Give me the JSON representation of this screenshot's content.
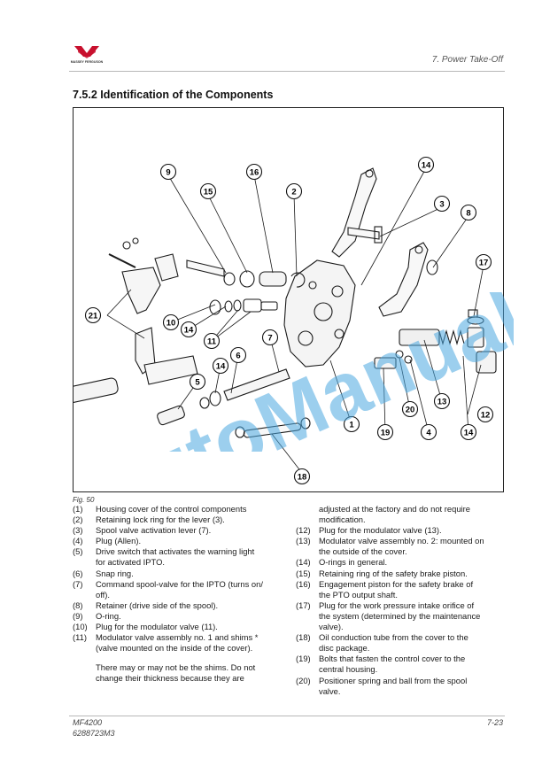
{
  "header": {
    "logo_text": "MASSEY FERGUSON",
    "chapter": "7. Power Take-Off"
  },
  "section_title": "7.5.2  Identification of the Components",
  "figure": {
    "callouts": [
      {
        "id": "c9",
        "label": "9"
      },
      {
        "id": "c16",
        "label": "16"
      },
      {
        "id": "c15",
        "label": "15"
      },
      {
        "id": "c2",
        "label": "2"
      },
      {
        "id": "c14a",
        "label": "14"
      },
      {
        "id": "c3",
        "label": "3"
      },
      {
        "id": "c8",
        "label": "8"
      },
      {
        "id": "c17",
        "label": "17"
      },
      {
        "id": "c21",
        "label": "21"
      },
      {
        "id": "c10",
        "label": "10"
      },
      {
        "id": "c14b",
        "label": "14"
      },
      {
        "id": "c11",
        "label": "11"
      },
      {
        "id": "c7",
        "label": "7"
      },
      {
        "id": "c6",
        "label": "6"
      },
      {
        "id": "c14c",
        "label": "14"
      },
      {
        "id": "c5",
        "label": "5"
      },
      {
        "id": "c13",
        "label": "13"
      },
      {
        "id": "c20",
        "label": "20"
      },
      {
        "id": "c12",
        "label": "12"
      },
      {
        "id": "c1",
        "label": "1"
      },
      {
        "id": "c19",
        "label": "19"
      },
      {
        "id": "c4",
        "label": "4"
      },
      {
        "id": "c14d",
        "label": "14"
      },
      {
        "id": "c18",
        "label": "18"
      }
    ],
    "caption": "Fig. 50"
  },
  "legend_left": [
    {
      "num": "(1)",
      "text": "Housing cover of the control components"
    },
    {
      "num": "(2)",
      "text": "Retaining lock ring for the lever (3)."
    },
    {
      "num": "(3)",
      "text": "Spool valve activation lever (7)."
    },
    {
      "num": "(4)",
      "text": "Plug (Allen)."
    },
    {
      "num": "(5)",
      "text": "Drive switch that activates the warning light",
      "cont": "for activated IPTO."
    },
    {
      "num": "(6)",
      "text": "Snap ring."
    },
    {
      "num": "(7)",
      "text": "Command spool-valve for the IPTO (turns on/",
      "cont": "off)."
    },
    {
      "num": "(8)",
      "text": "Retainer (drive side of the spool)."
    },
    {
      "num": "(9)",
      "text": "O-ring."
    },
    {
      "num": "(10)",
      "text": "Plug for the modulator valve (11)."
    },
    {
      "num": "(11)",
      "text": "Modulator valve assembly no. 1 and shims *",
      "cont": "(valve mounted on the inside of the cover)."
    }
  ],
  "legend_left_note": [
    "There may or may not be the shims. Do not",
    "change their thickness because they are"
  ],
  "legend_right_intro": [
    "adjusted at the factory and do not require",
    "modification."
  ],
  "legend_right": [
    {
      "num": "(12)",
      "text": "Plug for the modulator valve (13)."
    },
    {
      "num": "(13)",
      "text": "Modulator valve assembly no. 2: mounted on",
      "cont": "the outside of the cover."
    },
    {
      "num": "(14)",
      "text": "O-rings in general."
    },
    {
      "num": "(15)",
      "text": "Retaining ring of the safety brake piston."
    },
    {
      "num": "(16)",
      "text": "Engagement piston for the safety brake of",
      "cont": "the PTO output shaft."
    },
    {
      "num": "(17)",
      "text": "Plug for the work pressure intake orifice of",
      "cont": "the system (determined by the maintenance",
      "cont2": "valve)."
    },
    {
      "num": "(18)",
      "text": "Oil conduction tube from the cover to the",
      "cont": "disc package."
    },
    {
      "num": "(19)",
      "text": "Bolts that fasten the control cover to the",
      "cont": "central housing."
    },
    {
      "num": "(20)",
      "text": "Positioner spring and ball from the spool",
      "cont": "valve."
    }
  ],
  "footer": {
    "model": "MF4200",
    "part_number": "6288723M3",
    "page": "7-23"
  },
  "watermark": "AutoManual",
  "colors": {
    "logo_red": "#c8102e",
    "watermark_blue": "#4aa8e0"
  }
}
